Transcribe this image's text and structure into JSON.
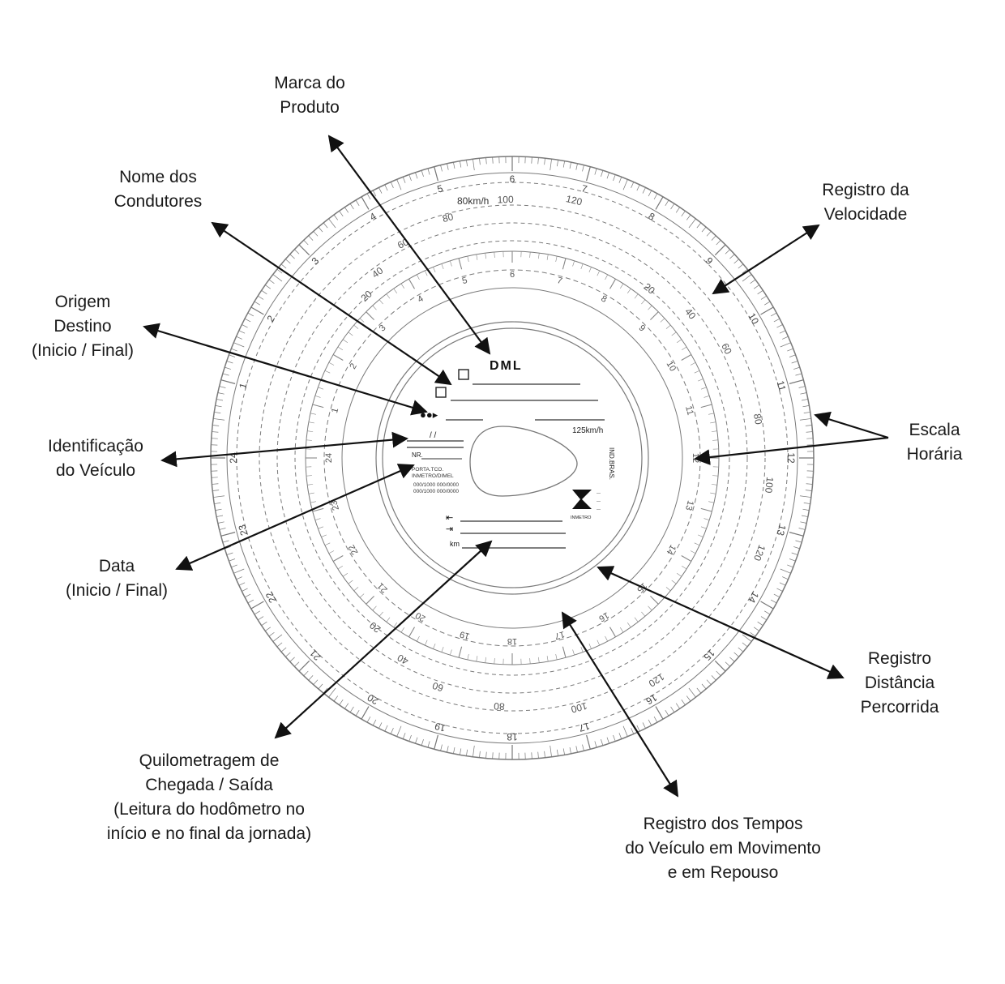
{
  "callouts": [
    {
      "id": "marca-do-produto",
      "lines": [
        "Marca do",
        "Produto"
      ]
    },
    {
      "id": "nome-dos-condutores",
      "lines": [
        "Nome dos",
        "Condutores"
      ]
    },
    {
      "id": "origem-destino",
      "lines": [
        "Origem",
        "Destino",
        "(Inicio / Final)"
      ]
    },
    {
      "id": "identificacao-do-veiculo",
      "lines": [
        "Identificação",
        "do Veículo"
      ]
    },
    {
      "id": "data",
      "lines": [
        "Data",
        "(Inicio / Final)"
      ]
    },
    {
      "id": "quilometragem",
      "lines": [
        "Quilometragem de",
        "Chegada / Saída",
        "(Leitura do hodômetro no",
        "início e no final da jornada)"
      ]
    },
    {
      "id": "registro-da-velocidade",
      "lines": [
        "Registro da",
        "Velocidade"
      ]
    },
    {
      "id": "escala-horaria",
      "lines": [
        "Escala",
        "Horária"
      ]
    },
    {
      "id": "registro-distancia",
      "lines": [
        "Registro",
        "Distância",
        "Percorrida"
      ]
    },
    {
      "id": "registro-dos-tempos",
      "lines": [
        "Registro dos Tempos",
        "do Veículo em Movimento",
        "e em Repouso"
      ]
    }
  ],
  "disc": {
    "brand": "DML",
    "max_speed": "125km/h",
    "speed_unit_label": "80km/h",
    "hour_labels": [
      "1",
      "2",
      "3",
      "4",
      "5",
      "6",
      "7",
      "8",
      "9",
      "10",
      "11",
      "12",
      "13",
      "14",
      "15",
      "16",
      "17",
      "18",
      "19",
      "20",
      "21",
      "22",
      "23",
      "24"
    ],
    "speed_labels": [
      "20",
      "40",
      "60",
      "80",
      "100",
      "120"
    ],
    "center_text": {
      "country": "IND.BRAS.",
      "nr_label": "NR.",
      "date_marks": "/ /",
      "portaria_line1": "PORTA.TCO.",
      "portaria_line2": "INMETRO/DIMEL",
      "portaria_line3": "000/1000 000/0000",
      "portaria_line4": "000/1000 000/0000",
      "km_label": "km",
      "inmetro": "INMETRO"
    }
  },
  "colors": {
    "ink": "#1a1a1a",
    "disc_line": "#6a6a6a",
    "disc_light": "#9a9a9a"
  }
}
